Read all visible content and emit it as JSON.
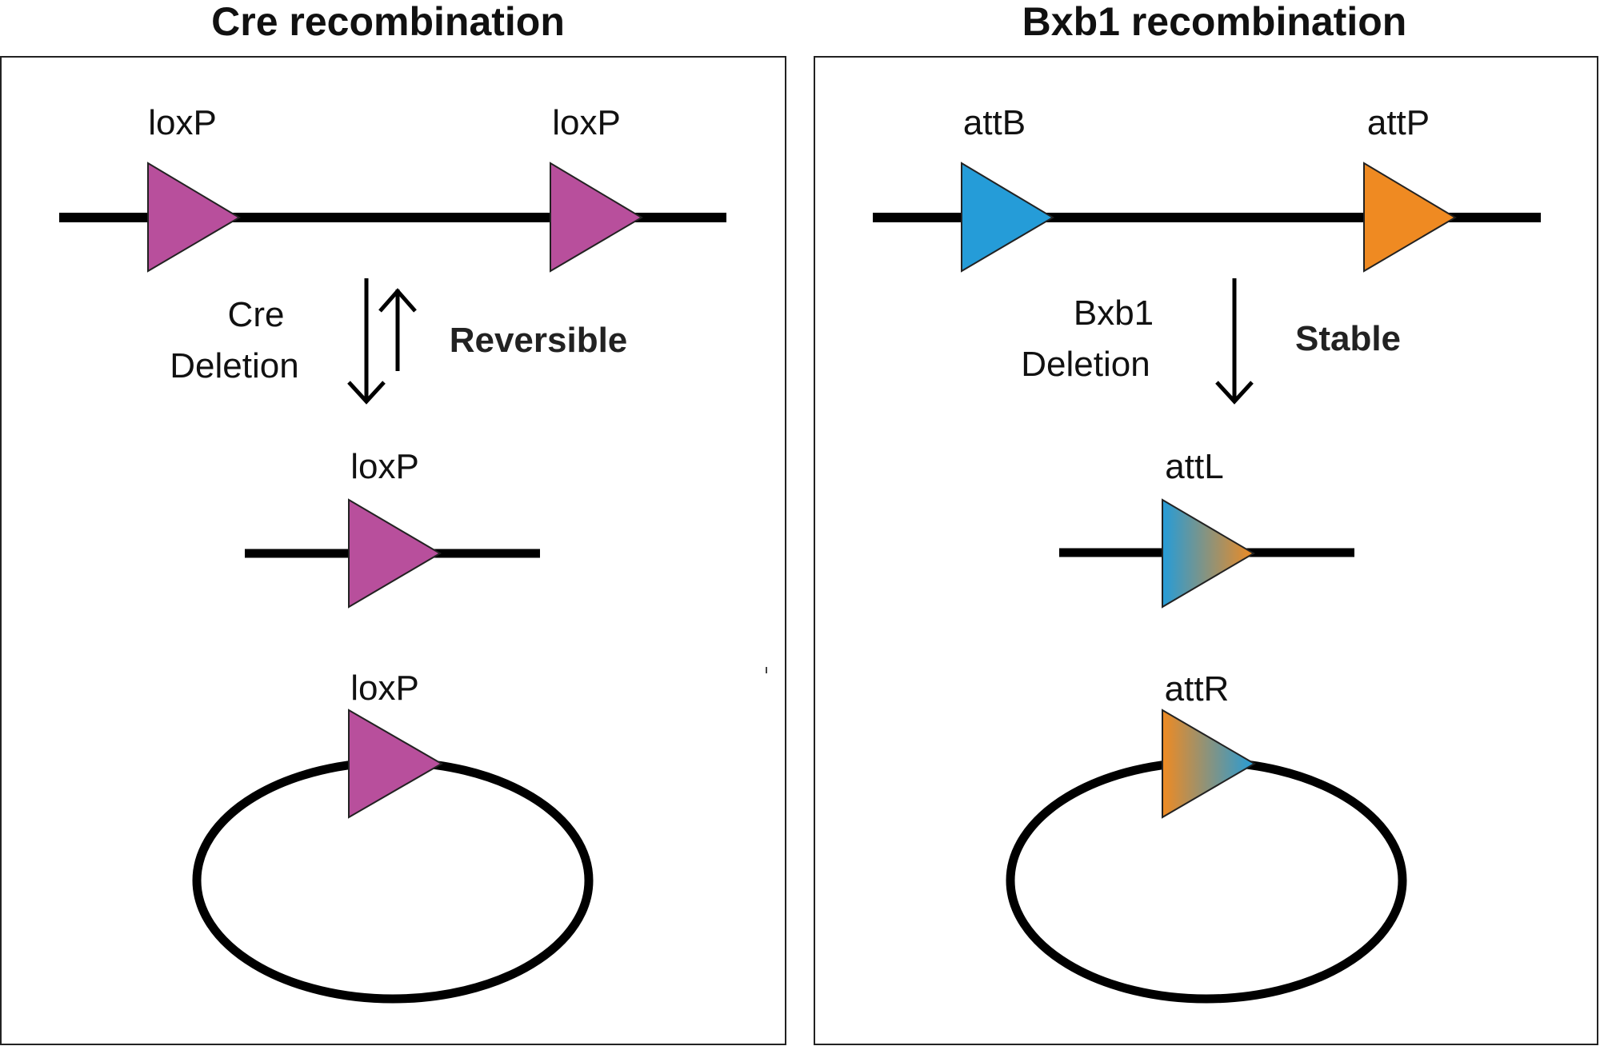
{
  "panels": [
    {
      "title": "Cre recombination",
      "site_left": "loxP",
      "site_right": "loxP",
      "enzyme": "Cre",
      "action": "Deletion",
      "outcome": "Reversible",
      "product_linear_site": "loxP",
      "product_circle_site": "loxP",
      "colors": {
        "site": "#b84f9c"
      }
    },
    {
      "title": "Bxb1 recombination",
      "site_left": "attB",
      "site_right": "attP",
      "enzyme": "Bxb1",
      "action": "Deletion",
      "outcome": "Stable",
      "product_linear_site": "attL",
      "product_circle_site": "attR",
      "colors": {
        "attB": "#259cd8",
        "attP": "#ef8a22"
      }
    }
  ]
}
